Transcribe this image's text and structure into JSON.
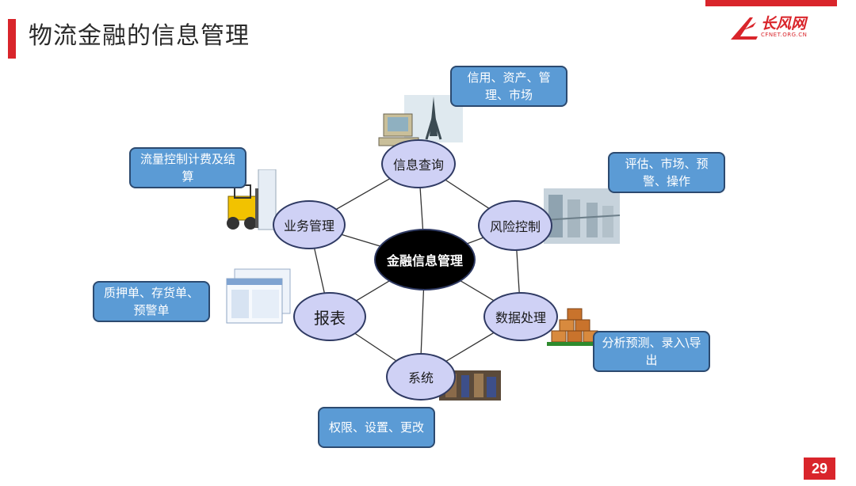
{
  "header": {
    "title": "物流金融的信息管理",
    "logo_text": "长风网",
    "logo_sub": "CFNET.ORG.CN",
    "page_number": "29"
  },
  "diagram": {
    "center": "金融信息管理",
    "nodes": {
      "info_query": "信息查询",
      "risk_control": "风险控制",
      "data_processing": "数据处理",
      "system": "系统",
      "report": "报表",
      "business_mgmt": "业务管理"
    },
    "boxes": {
      "info_query": "信用、资产、管理、市场",
      "risk_control": "评估、市场、预警、操作",
      "data_processing": "分析预测、录入\\导出",
      "system": "权限、设置、更改",
      "report": "质押单、存货单、预警单",
      "business_mgmt": "流量控制计费及结算"
    },
    "colors": {
      "node_fill": "#cfd1f5",
      "node_border": "#2f3a63",
      "center_fill": "#000000",
      "box_fill": "#5b9bd5",
      "accent": "#d9252b"
    }
  }
}
